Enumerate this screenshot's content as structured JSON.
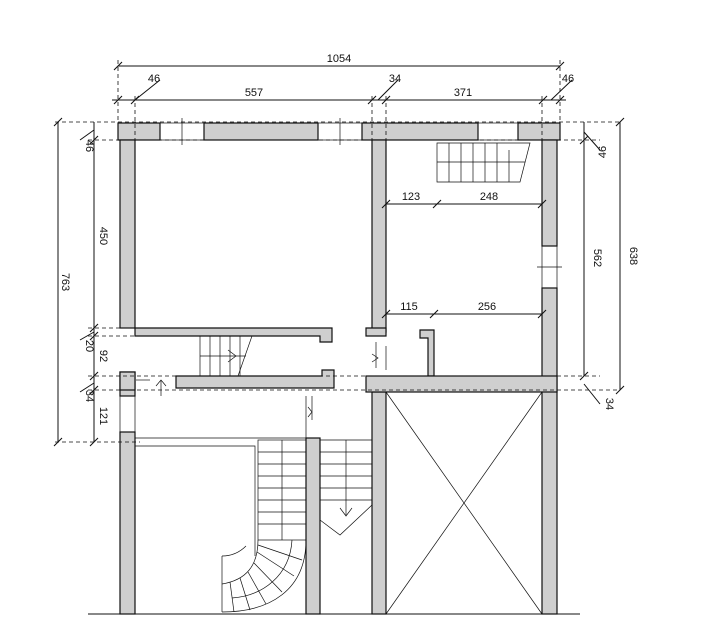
{
  "dimensions": {
    "overall_width": "1054",
    "left_wall": "46",
    "left_room_width": "557",
    "middle_wall": "34",
    "right_room_width": "371",
    "right_wall": "46",
    "top_wall_right": "46",
    "right_segment_a": "123",
    "right_segment_b": "248",
    "right_segment_c": "115",
    "right_segment_d": "256",
    "room_height_right": "562",
    "total_height_right": "638",
    "bottom_wall_right": "34",
    "top_wall_left": "46",
    "room_height_left": "450",
    "partition": "20",
    "corridor": "92",
    "wall_lower": "34",
    "stair_gap": "121",
    "total_height_left": "763"
  }
}
